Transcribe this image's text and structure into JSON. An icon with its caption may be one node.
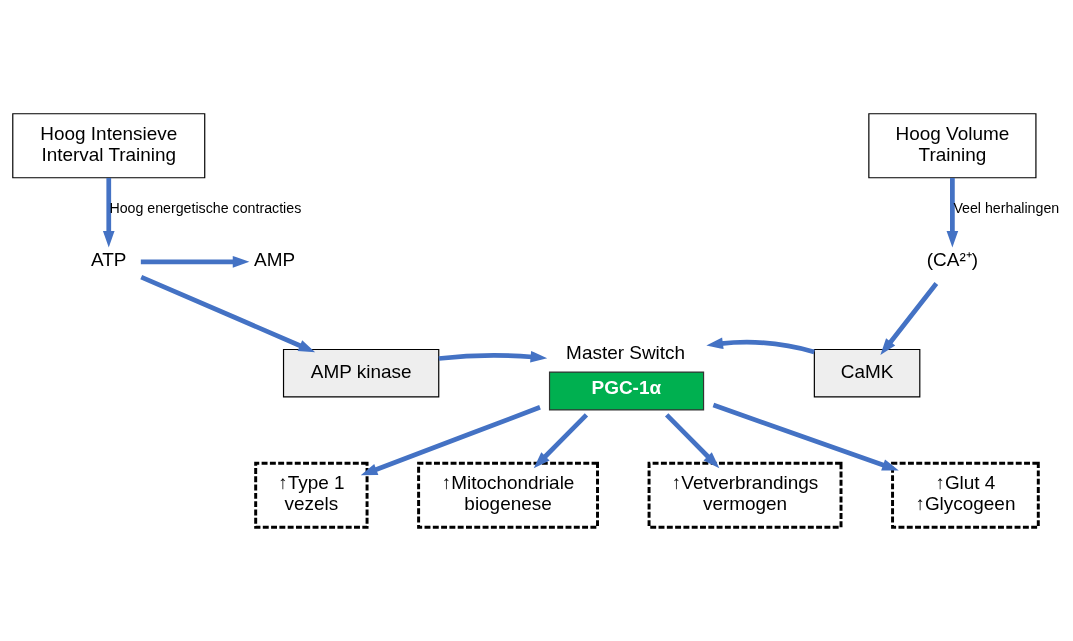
{
  "diagram": {
    "nodes": [
      {
        "text": [
          "Hoog Intensieve Interval Training"
        ]
      },
      {
        "text": [
          "Hoog Volume Training"
        ]
      },
      {
        "text": [
          "ATP"
        ]
      },
      {
        "text": [
          "AMP"
        ]
      },
      {
        "text": [
          "(CA²⁺)"
        ]
      },
      {
        "text": [
          "AMP kinase"
        ]
      },
      {
        "text": [
          "CaMK"
        ]
      },
      {
        "text": [
          "Master Switch",
          "PGC-1α"
        ]
      },
      {
        "text": [
          "↑Type 1 vezels"
        ]
      },
      {
        "text": [
          "↑Mitochondriale biogenese"
        ]
      },
      {
        "text": [
          "↑Vetverbrandings vermogen"
        ]
      },
      {
        "text": [
          "↑Glut 4",
          "↑Glycogeen"
        ]
      }
    ],
    "edges": [
      {
        "from": 0,
        "to": 2,
        "arrow": "to",
        "label": "Hoog energetische contracties"
      },
      {
        "from": 2,
        "to": 3,
        "arrow": "to"
      },
      {
        "from": 2,
        "to": 5,
        "arrow": "to"
      },
      {
        "from": 1,
        "to": 4,
        "arrow": "to",
        "label": "Veel herhalingen"
      },
      {
        "from": 4,
        "to": 6,
        "arrow": "to"
      },
      {
        "from": 5,
        "to": 7,
        "arrow": "to"
      },
      {
        "from": 6,
        "to": 7,
        "arrow": "to"
      },
      {
        "from": 7,
        "to": 8,
        "arrow": "to"
      },
      {
        "from": 7,
        "to": 9,
        "arrow": "to"
      },
      {
        "from": 7,
        "to": 10,
        "arrow": "to"
      },
      {
        "from": 7,
        "to": 11,
        "arrow": "to"
      }
    ]
  }
}
